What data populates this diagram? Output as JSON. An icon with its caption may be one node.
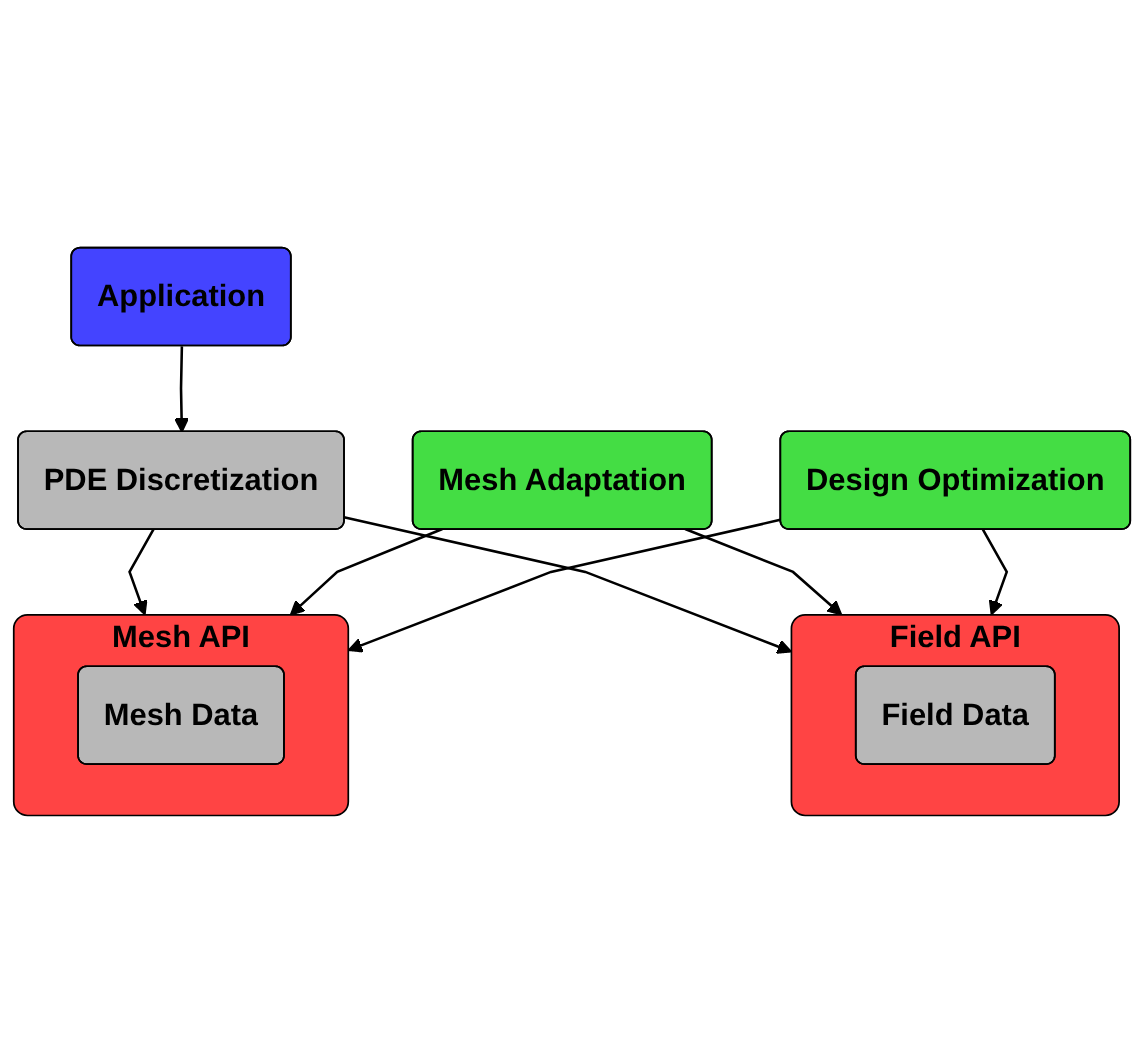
{
  "diagram": {
    "nodes": [
      {
        "text": [
          "Application"
        ]
      },
      {
        "text": [
          "PDE Discretization"
        ]
      },
      {
        "text": [
          "Mesh API"
        ]
      },
      {
        "text": [
          "Mesh Data"
        ],
        "in": 2
      },
      {
        "text": [
          "Field API"
        ]
      },
      {
        "text": [
          "Field Data"
        ],
        "in": 4
      },
      {
        "text": [
          "Mesh Adaptation"
        ]
      },
      {
        "text": [
          "Design Optimization"
        ]
      }
    ],
    "edges": [
      {
        "from": 0,
        "to": 1,
        "arrow": "to"
      },
      {
        "from": 1,
        "to": 2,
        "arrow": "to"
      },
      {
        "from": 1,
        "to": 4,
        "arrow": "to"
      },
      {
        "from": 6,
        "to": 2,
        "arrow": "to"
      },
      {
        "from": 6,
        "to": 4,
        "arrow": "to"
      },
      {
        "from": 7,
        "to": 2,
        "arrow": "to"
      },
      {
        "from": 7,
        "to": 4,
        "arrow": "to"
      }
    ]
  }
}
